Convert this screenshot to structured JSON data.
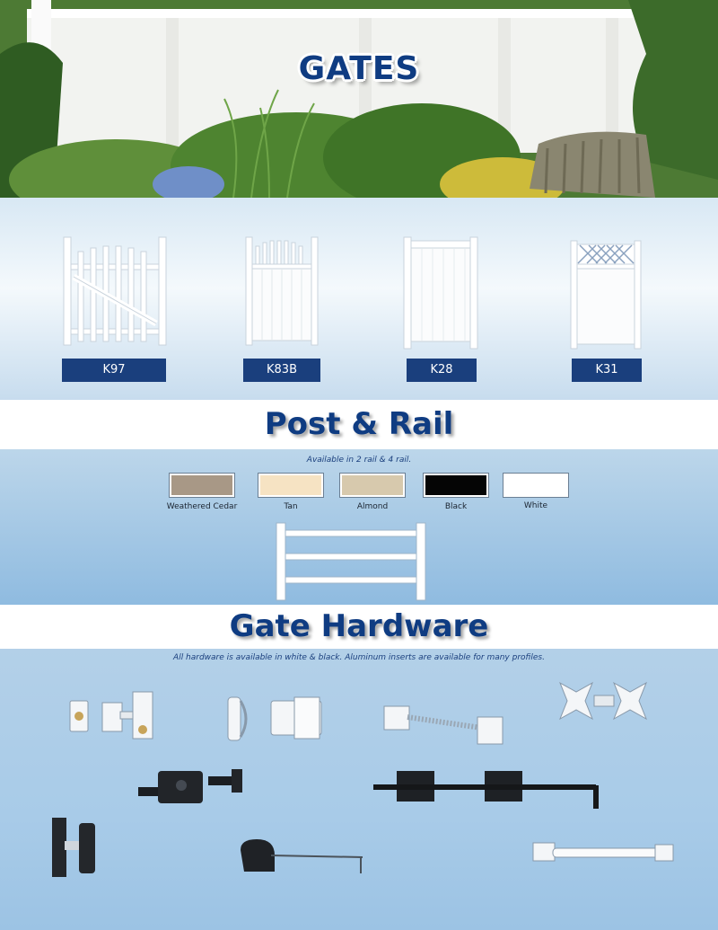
{
  "hero": {
    "title": "GATES"
  },
  "gates": [
    {
      "model": "K97"
    },
    {
      "model": "K83B"
    },
    {
      "model": "K28"
    },
    {
      "model": "K31"
    }
  ],
  "post_rail": {
    "title": "Post & Rail",
    "note": "Available in 2 rail & 4 rail.",
    "colors": [
      {
        "name": "Weathered Cedar",
        "hex": "#a89886"
      },
      {
        "name": "Tan",
        "hex": "#f6e3c3"
      },
      {
        "name": "Almond",
        "hex": "#d7c9ad"
      },
      {
        "name": "Black",
        "hex": "#050505"
      },
      {
        "name": "White",
        "hex": "#ffffff"
      }
    ]
  },
  "hardware": {
    "title": "Gate Hardware",
    "note": "All hardware is available in white & black. Aluminum inserts are available for many profiles."
  },
  "theme": {
    "navy": "#0f3c82",
    "label_bg": "#1a3f7d"
  }
}
